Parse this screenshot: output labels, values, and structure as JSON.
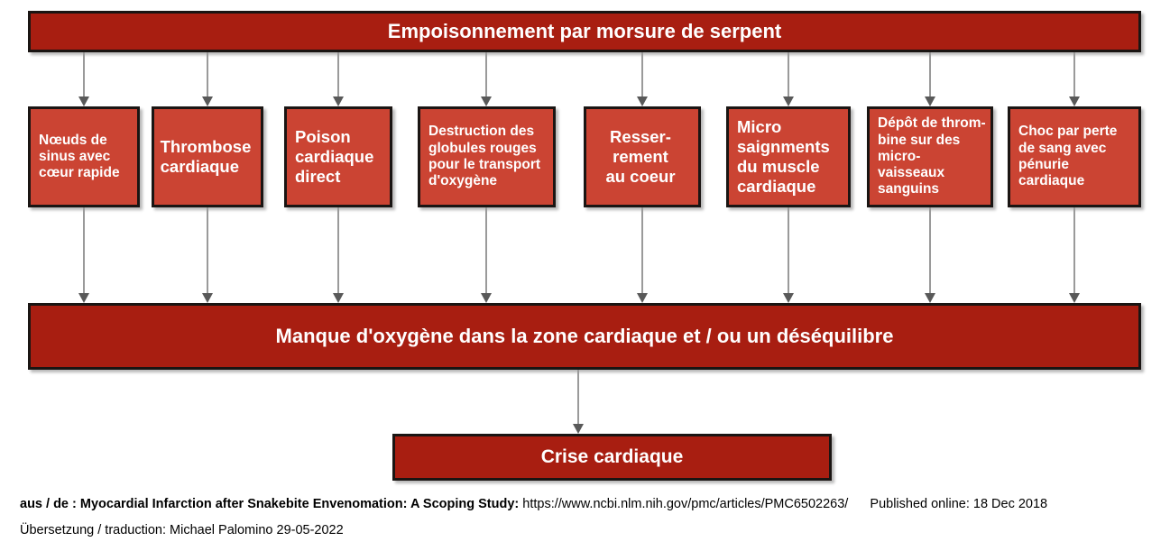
{
  "diagram": {
    "title": "Empoisonnement par morsure de serpent",
    "top_box": {
      "label": "Empoisonnement par morsure de serpent"
    },
    "causes": [
      {
        "id": "sinus-node",
        "lines": [
          "Nœuds de",
          "sinus avec",
          "cœur rapide"
        ]
      },
      {
        "id": "cardiac-thrombosis",
        "lines": [
          "Thrombose",
          "cardiaque"
        ]
      },
      {
        "id": "direct-cardiotoxin",
        "lines": [
          "Poison",
          "cardiaque",
          "direct"
        ]
      },
      {
        "id": "rbc-destruction",
        "lines": [
          "Destruction des",
          "globules rouges",
          "pour le transport",
          "d'oxygène"
        ]
      },
      {
        "id": "vasoconstriction",
        "lines": [
          "Resser-",
          "rement",
          "au coeur"
        ]
      },
      {
        "id": "micro-bleeding",
        "lines": [
          "Micro",
          "saignments",
          "du muscle",
          "cardiaque"
        ]
      },
      {
        "id": "thrombin-deposit",
        "lines": [
          "Dépôt de throm-",
          "bine sur des",
          "micro-vaisseaux",
          "sanguins"
        ]
      },
      {
        "id": "hemorrhagic-shock",
        "lines": [
          "Choc par perte",
          "de sang avec",
          "pénurie",
          "cardiaque"
        ]
      }
    ],
    "mid_box": {
      "label": "Manque d'oxygène dans la zone cardiaque et / ou un déséquilibre"
    },
    "bottom_box": {
      "label": "Crise cardiaque"
    }
  },
  "footer": {
    "source_prefix": "aus / de : Myocardial Infarction after Snakebite Envenomation: A Scoping Study:",
    "source_url": "https://www.ncbi.nlm.nih.gov/pmc/articles/PMC6502263/",
    "published": "Published online: 18 Dec 2018",
    "translation": "Übersetzung / traduction: Michael Palomino 29-05-2022"
  },
  "colors": {
    "banner_red": "#a81e11",
    "cause_red": "#cb4433",
    "box_border": "#1a1513",
    "arrow_shaft": "#9a9a9a",
    "arrow_head": "#595959",
    "text_on_box": "#ffffff",
    "footer_text": "#000000",
    "background": "#ffffff"
  }
}
